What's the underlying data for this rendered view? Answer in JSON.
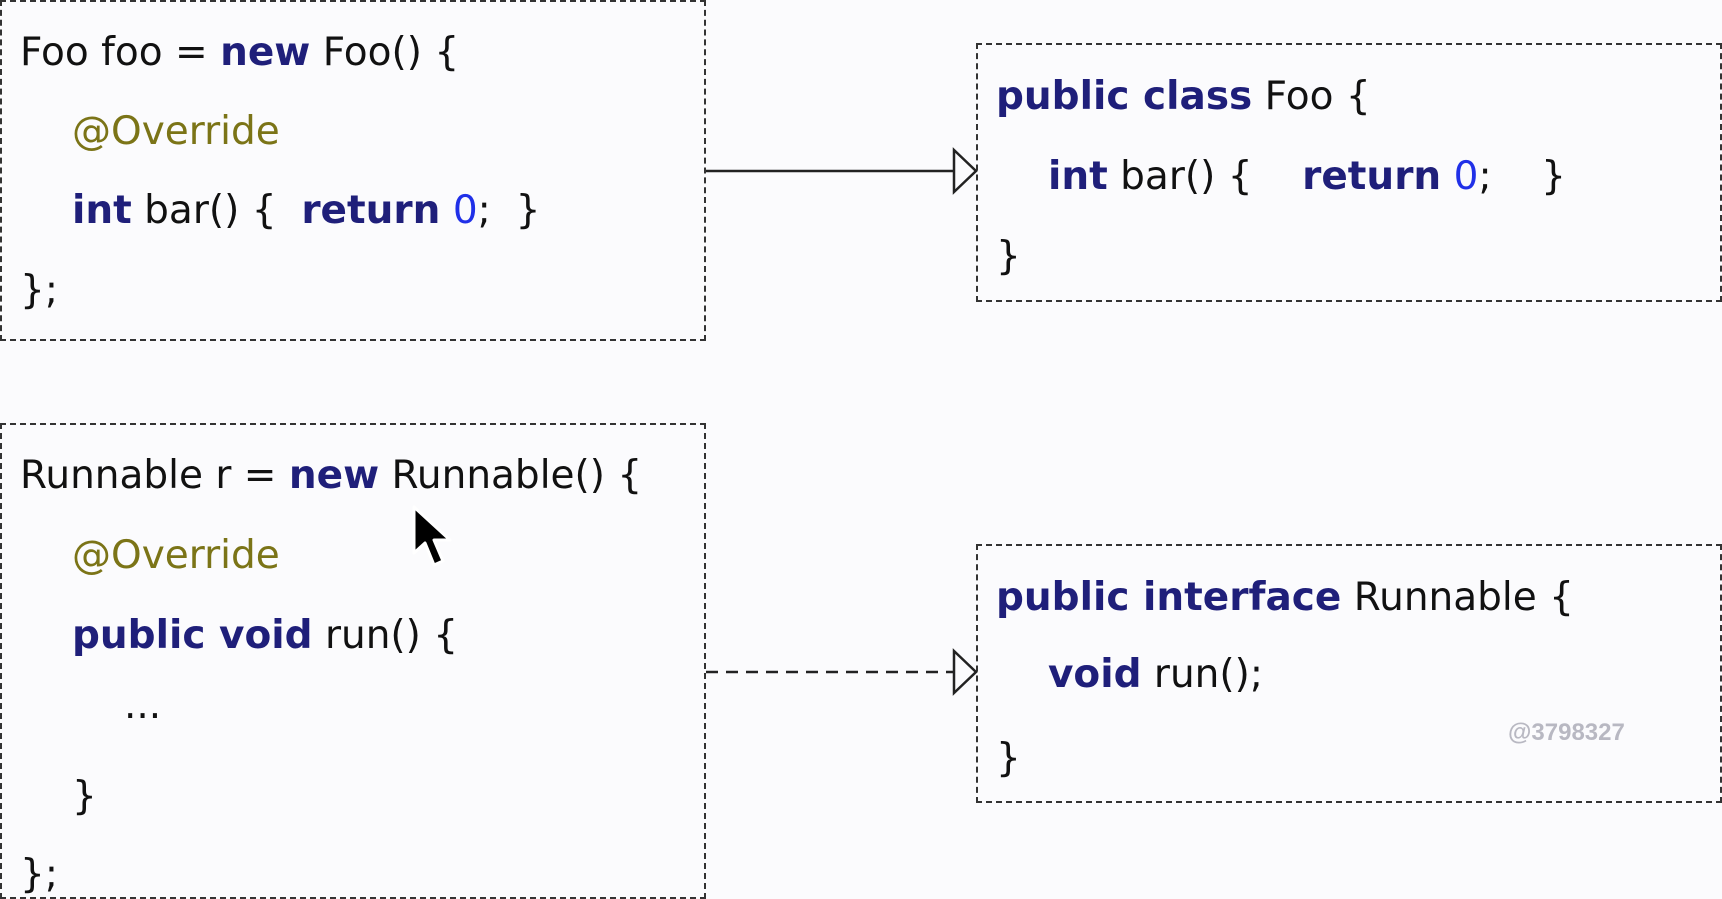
{
  "boxes": {
    "foo_anon": {
      "line1": [
        "Foo foo = ",
        "new",
        " Foo() {"
      ],
      "line2": [
        "@Override"
      ],
      "line3": [
        "int",
        " bar() {  ",
        "return",
        " ",
        "0",
        ";  }"
      ],
      "line4": [
        "};"
      ]
    },
    "foo_class": {
      "line1": [
        "public class",
        " Foo {"
      ],
      "line2": [
        "int",
        " bar() {    ",
        "return",
        " ",
        "0",
        ";    }"
      ],
      "line3": [
        "}"
      ]
    },
    "runnable_anon": {
      "line1": [
        "Runnable r = ",
        "new",
        " Runnable() {"
      ],
      "line2": [
        "@Override"
      ],
      "line3": [
        "public void",
        " run() {"
      ],
      "line4": [
        "..."
      ],
      "line5": [
        "}"
      ],
      "line6": [
        "};"
      ]
    },
    "runnable_interface": {
      "line1": [
        "public interface",
        " Runnable {"
      ],
      "line2": [
        "void",
        " run();"
      ],
      "line3": [
        "}"
      ]
    }
  },
  "watermark": "@3798327",
  "colors": {
    "keyword": "#1f1f7a",
    "annotation": "#7b7417",
    "number": "#2030e8",
    "text": "#111111",
    "border": "#333333"
  },
  "icons": {
    "cursor": "mouse-pointer-icon",
    "arrow_head": "hollow-triangle-arrow-icon"
  }
}
